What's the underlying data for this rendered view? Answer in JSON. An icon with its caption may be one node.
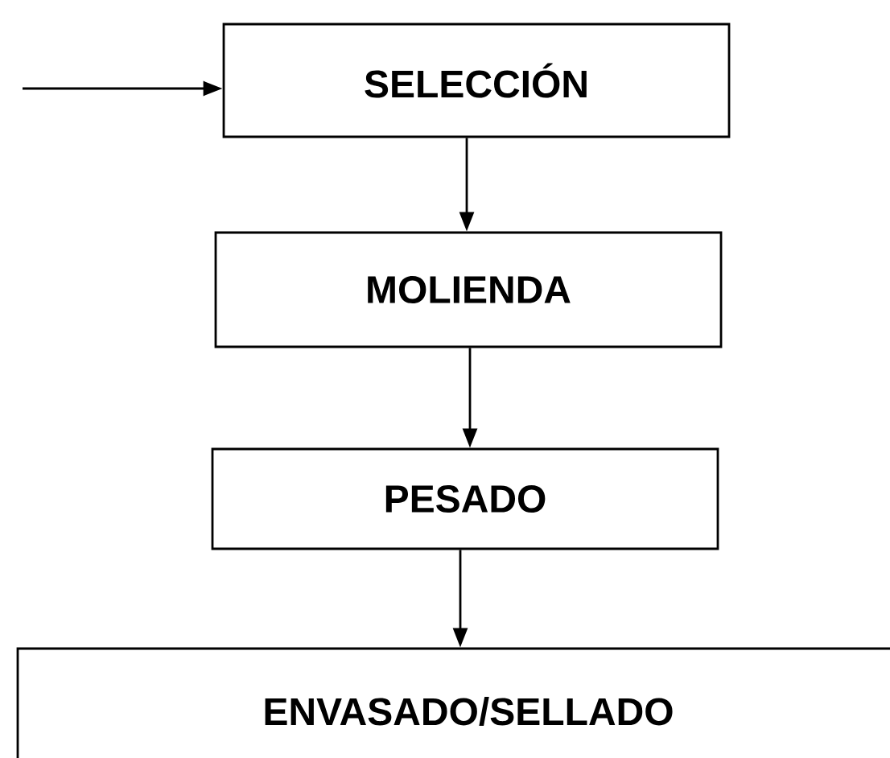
{
  "diagram": {
    "nodes": [
      {
        "text": [
          "SELECCIÓN"
        ]
      },
      {
        "text": [
          "MOLIENDA"
        ]
      },
      {
        "text": [
          "PESADO"
        ]
      },
      {
        "text": [
          "ENVASADO/SELLADO"
        ]
      }
    ],
    "edges": [
      {
        "from": null,
        "to": 0,
        "arrow": "to"
      },
      {
        "from": 0,
        "to": 1,
        "arrow": "to"
      },
      {
        "from": 1,
        "to": 2,
        "arrow": "to"
      },
      {
        "from": 2,
        "to": 3,
        "arrow": "to"
      }
    ]
  }
}
